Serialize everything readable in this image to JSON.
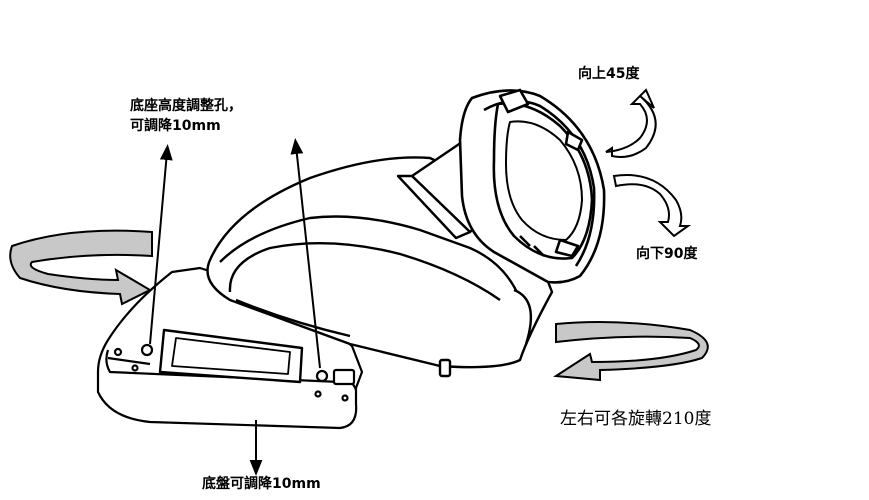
{
  "labels": {
    "base_height_line1": "底座高度調整孔，",
    "base_height_line2": "可調降10mm",
    "tilt_up": "向上45度",
    "tilt_down": "向下90度",
    "rotate": "左右可各旋轉210度",
    "tray_lower": "底盤可調降10mm"
  },
  "colors": {
    "ink": "#000000",
    "arrow_grey": "#c8c8c8",
    "background": "#ffffff"
  }
}
